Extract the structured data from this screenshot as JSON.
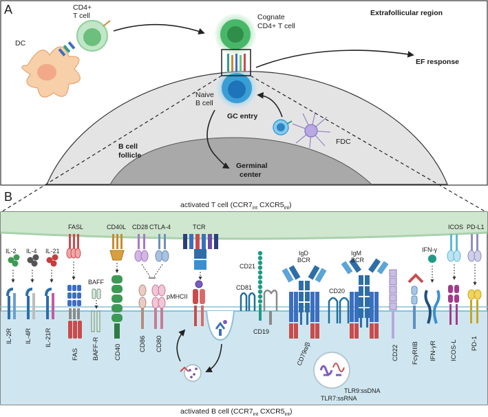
{
  "panelA": {
    "letter": "A",
    "region": "Extrafollicular region",
    "dc": "DC",
    "cd4_line1": "CD4+",
    "cd4_line2": "T cell",
    "cognate_line1": "Cognate",
    "cognate_line2": "CD4+ T cell",
    "ef_response": "EF response",
    "naive_line1": "Naive",
    "naive_line2": "B cell",
    "gc_entry": "GC entry",
    "fdc": "FDC",
    "follicle_line1": "B cell",
    "follicle_line2": "follicle",
    "germinal_line1": "Germinal",
    "germinal_line2": "center"
  },
  "panelB": {
    "letter": "B",
    "t_cell_caption_pre": "activated T cell (CCR7",
    "t_cell_caption_sub1": "int",
    "t_cell_caption_mid": " CXCR5",
    "t_cell_caption_sub2": "int",
    "t_cell_caption_post": ")",
    "b_cell_caption_pre": "activated B cell (CCR7",
    "b_cell_caption_sub1": "int",
    "b_cell_caption_mid": " CXCR5",
    "b_cell_caption_sub2": "int",
    "b_cell_caption_post": ")",
    "il2": "IL-2",
    "il4": "IL-4",
    "il21": "IL-21",
    "fasl": "FASL",
    "baff": "BAFF",
    "cd40l": "CD40L",
    "cd28": "CD28",
    "ctla4": "CTLA-4",
    "tcr": "TCR",
    "pmhcii": "pMHCII",
    "cd21": "CD21",
    "cd81": "CD81",
    "cd19": "CD19",
    "igd_line1": "IgD",
    "igd_line2": "BCR",
    "igm_line1": "IgM",
    "igm_line2": "BCR",
    "cd20": "CD20",
    "cd79": "CD79α/β",
    "icos": "ICOS",
    "pdl1": "PD-L1",
    "ifng": "IFN-γ",
    "il2r": "IL-2R",
    "il4r": "IL-4R",
    "il21r": "IL-21R",
    "fas": "FAS",
    "baffr": "BAFF-R",
    "cd40": "CD40",
    "cd86": "CD86",
    "cd80": "CD80",
    "cd22": "CD22",
    "fcgr": "FcγRIIB",
    "ifngr": "IFN-γR",
    "icosl": "ICOS-L",
    "pd1": "PD-1",
    "tlr7": "TLR7:ssRNA",
    "tlr9": "TLR9:ssDNA"
  },
  "colors": {
    "t_cell_membrane": "#cfe6cf",
    "b_cell_cytoplasm": "#cfe6f0",
    "follicle": "#e4e4e4",
    "germinal_center": "#aaaaaa",
    "receptor_blue": "#3a6fbf",
    "receptor_red": "#c94c4c"
  }
}
